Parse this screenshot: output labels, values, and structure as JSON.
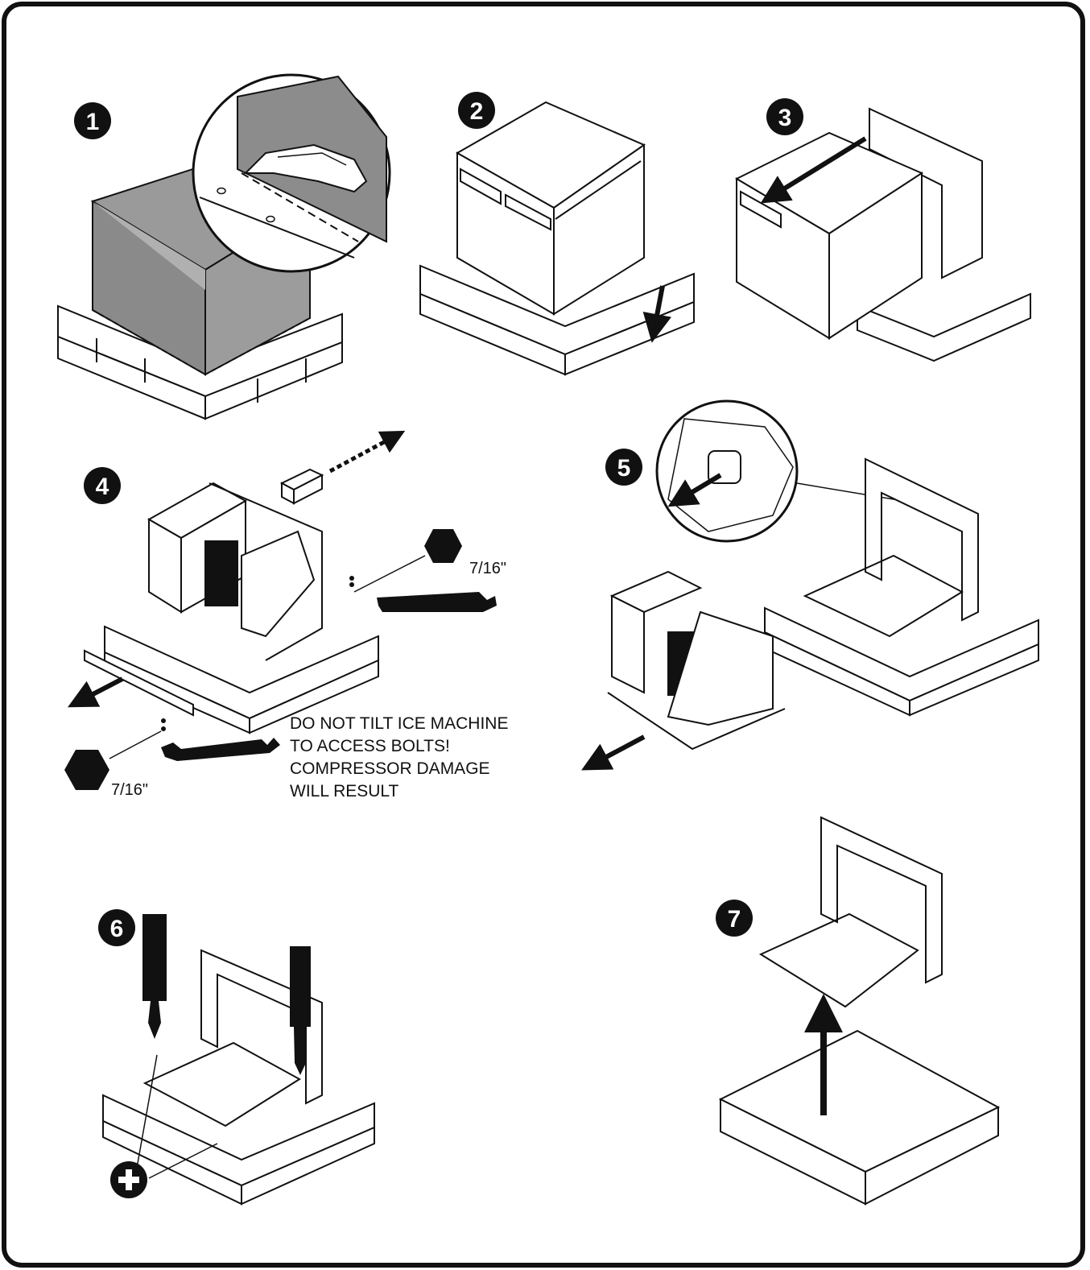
{
  "steps": {
    "s1": {
      "number": "1"
    },
    "s2": {
      "number": "2"
    },
    "s3": {
      "number": "3"
    },
    "s4": {
      "number": "4"
    },
    "s5": {
      "number": "5"
    },
    "s6": {
      "number": "6"
    },
    "s7": {
      "number": "7"
    }
  },
  "wrench_sizes": {
    "upper": "7/16\"",
    "lower": "7/16\""
  },
  "warning": {
    "line1": "DO NOT TILT ICE MACHINE",
    "line2": "TO ACCESS BOLTS!",
    "line3": "COMPRESSOR DAMAGE",
    "line4": "WILL RESULT"
  },
  "colors": {
    "ink": "#111111",
    "carton_shade": "#8c8c8c",
    "paper": "#ffffff"
  },
  "icons": [
    "utility-knife-icon",
    "socket-wrench-icon",
    "hex-nut-icon",
    "screwdriver-icon",
    "phillips-screw-icon",
    "arrow-icon"
  ]
}
